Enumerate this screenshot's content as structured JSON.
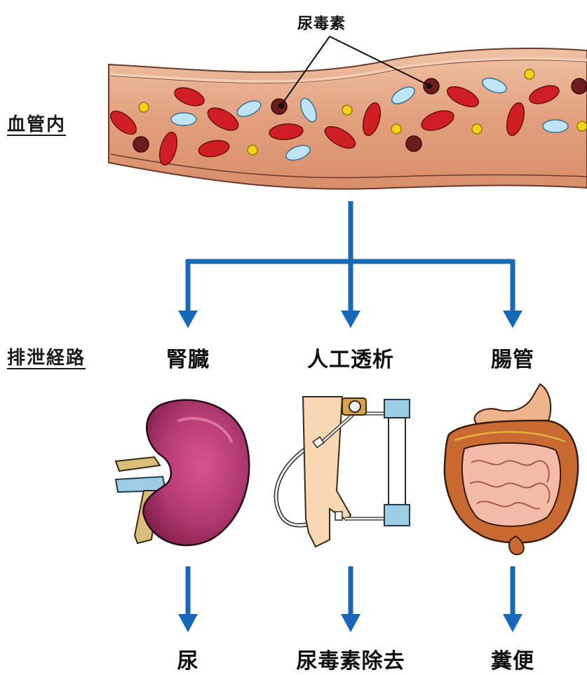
{
  "labels": {
    "toxin": "尿毒素",
    "blood_vessel": "血管内",
    "excretion_route": "排泄経路"
  },
  "routes": [
    {
      "organ": "腎臓",
      "result": "尿"
    },
    {
      "organ": "人工透析",
      "result": "尿毒素除去"
    },
    {
      "organ": "腸管",
      "result": "糞便"
    }
  ],
  "colors": {
    "arrow": "#1769b8",
    "vessel_fill": "#e5a482",
    "red_cell": "#cf1f24",
    "white_cell": "#bfe4f5",
    "platelet": "#f3d21b",
    "toxin": "#6d1c1c",
    "kidney": "#b03a6f",
    "intestine": "#c96a32"
  },
  "icons": [
    "kidney-icon",
    "dialysis-machine-icon",
    "intestine-icon"
  ]
}
